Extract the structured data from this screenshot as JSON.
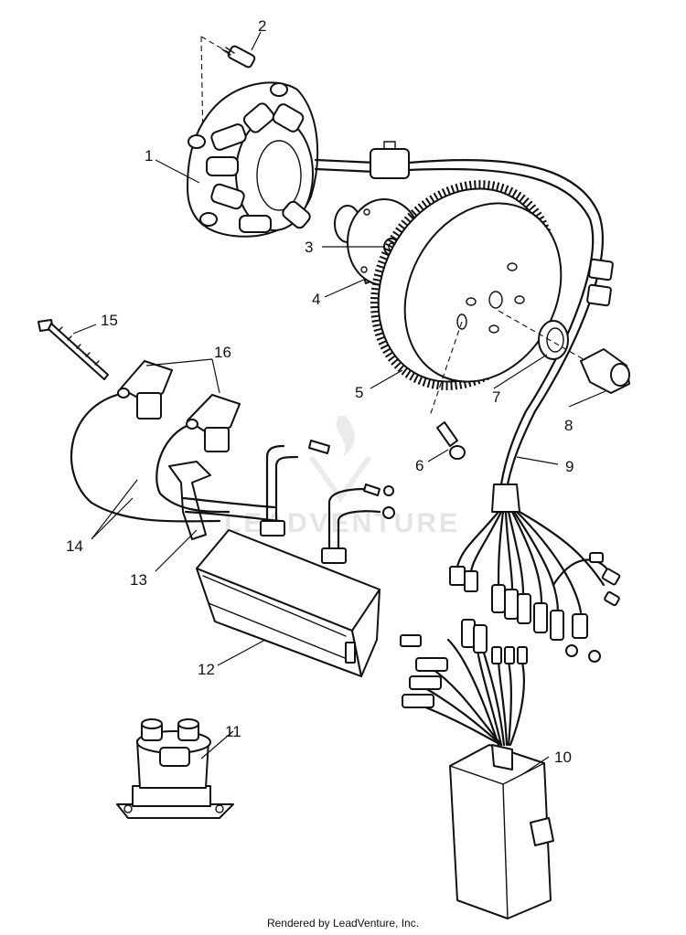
{
  "watermark": "LEADVENTURE",
  "footer": "Rendered by LeadVenture, Inc.",
  "callouts": {
    "c1": "1",
    "c2": "2",
    "c3": "3",
    "c4": "4",
    "c5": "5",
    "c6": "6",
    "c7": "7",
    "c8": "8",
    "c9": "9",
    "c10": "10",
    "c11": "11",
    "c12": "12",
    "c13": "13",
    "c14": "14",
    "c15": "15",
    "c16": "16"
  }
}
